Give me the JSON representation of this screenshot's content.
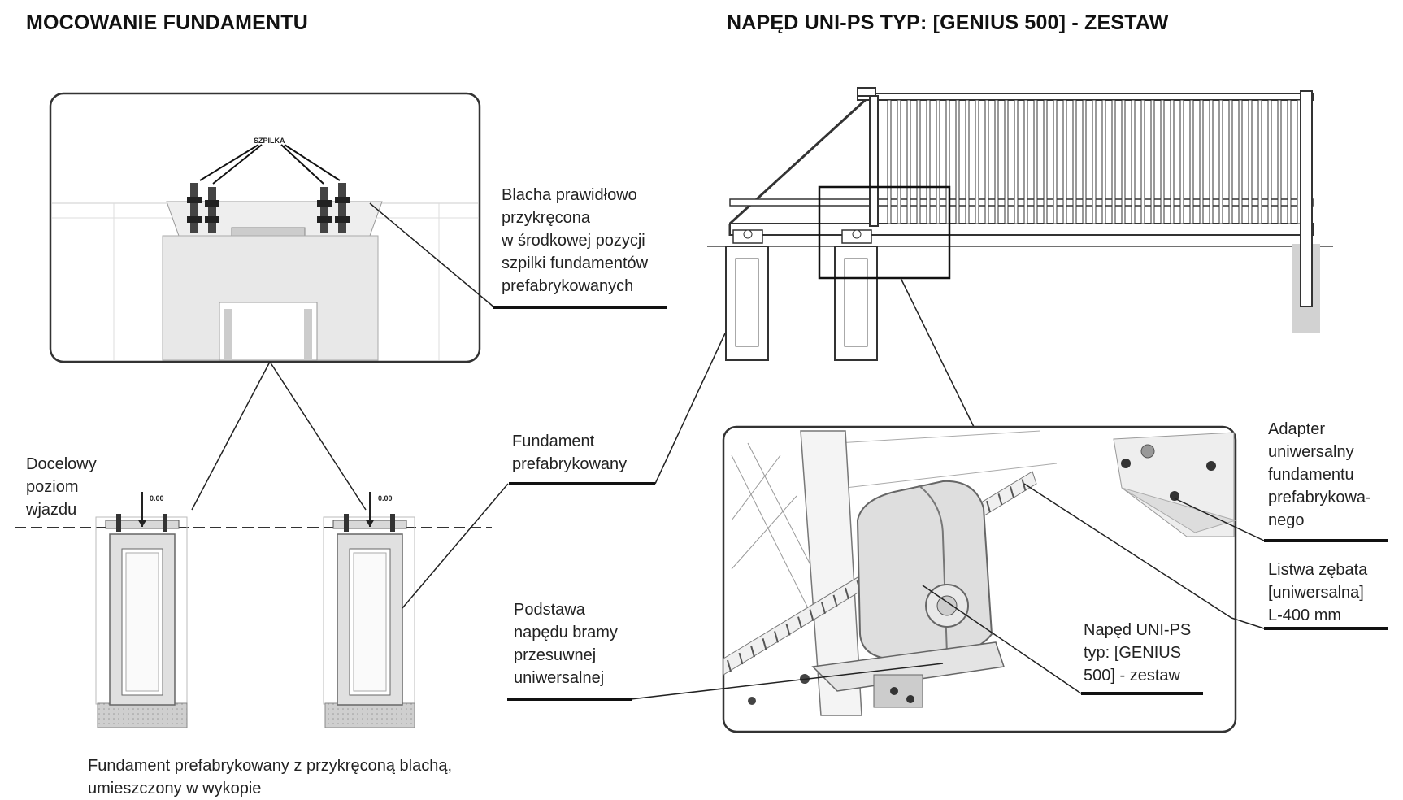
{
  "titles": {
    "left": "MOCOWANIE FUNDAMENTU",
    "right": "NAPĘD UNI-PS TYP: [GENIUS 500] - ZESTAW"
  },
  "detail_top": {
    "tag": "SZPILKA"
  },
  "labels": {
    "blacha": "Blacha prawidłowo\nprzykręcona\nw środkowej pozycji\nszpilki fundamentów\nprefabrykowanych",
    "docelowy": "Docelowy\npoziom\nwjazdu",
    "fundament": "Fundament\nprefabrykowany",
    "podstawa": "Podstawa\nnapędu bramy\nprzesuwnej\nuniwersalnej",
    "naped": "Napęd UNI-PS\ntyp: [GENIUS\n500] - zestaw",
    "adapter": "Adapter\nuniwersalny\nfundamentu\nprefabrykowa-\nnego",
    "listwa": "Listwa zębata\n[uniwersalna]\nL-400 mm",
    "caption": "Fundament prefabrykowany z przykręconą blachą,\numieszczony w wykopie"
  },
  "levels": {
    "left": "0.00",
    "right": "0.00"
  },
  "colors": {
    "line": "#222222",
    "concrete": "#c8c8c8",
    "light_gray": "#e6e6e6",
    "underline": "#111111"
  }
}
